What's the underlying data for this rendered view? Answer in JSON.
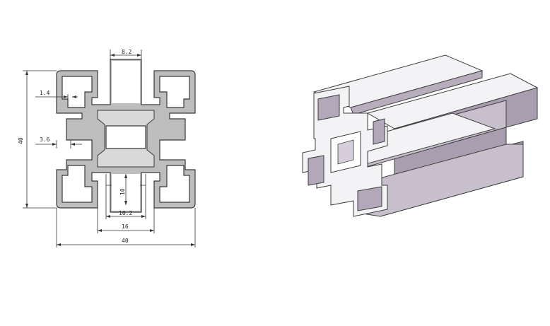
{
  "drawing": {
    "dimensions": {
      "top_slot": "8.2",
      "wall_thickness": "1.4",
      "lip_depth": "3.6",
      "height": "40",
      "slot_depth": "10",
      "slot_inner": "10.2",
      "slot_outer": "16",
      "width": "40"
    }
  },
  "colors": {
    "section_fill": "#bdbdbd",
    "line": "#3a3a3a",
    "iso_face": "#a89eb0",
    "iso_top": "#f3f2f4"
  }
}
